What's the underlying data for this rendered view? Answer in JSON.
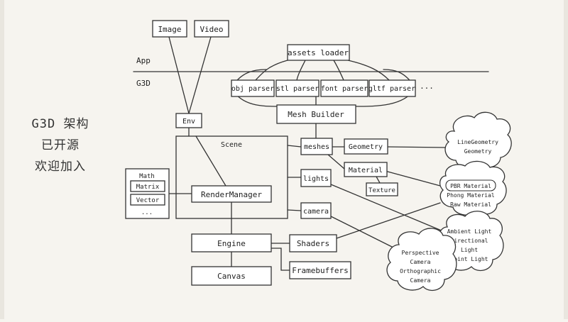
{
  "title": {
    "lines": [
      "G3D 架构",
      "已开源",
      "欢迎加入"
    ]
  },
  "layers": {
    "top": "App",
    "bottom": "G3D"
  },
  "boxes": {
    "image": "Image",
    "video": "Video",
    "assets_loader": "assets loader",
    "obj_parser": "obj parser",
    "stl_parser": "stl parser",
    "font_parser": "font parser",
    "gltf_parser": "gltf parser",
    "parsers_more": "...",
    "mesh_builder": "Mesh Builder",
    "env": "Env",
    "scene": "Scene",
    "meshes": "meshes",
    "geometry": "Geometry",
    "material": "Material",
    "texture": "Texture",
    "lights": "lights",
    "camera": "camera",
    "render_manager": "RenderManager",
    "engine": "Engine",
    "canvas": "Canvas",
    "shaders": "Shaders",
    "framebuffers": "Framebuffers"
  },
  "math": {
    "title": "Math",
    "items": [
      "Matrix",
      "Vector"
    ],
    "more": "..."
  },
  "clouds": {
    "geometries": [
      "LineGeometry",
      "Geometry"
    ],
    "materials": [
      "PBR Material",
      "Phong Material",
      "Raw Material"
    ],
    "lights": [
      "Ambient Light",
      "Directional",
      "Light",
      "Point Light"
    ],
    "cameras": [
      "Perspective",
      "Camera",
      "Orthographic",
      "Camera"
    ]
  }
}
